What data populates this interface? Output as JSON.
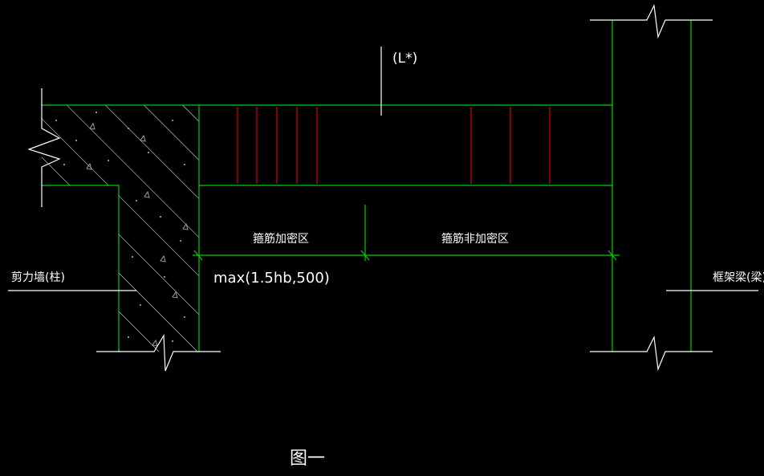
{
  "drawing": {
    "beam_label": "(L*)",
    "dense_zone_label": "箍筋加密区",
    "non_dense_zone_label": "箍筋非加密区",
    "dense_length_formula": "max(1.5hb,500)",
    "wall_label": "剪力墙(柱)",
    "frame_beam_label": "框架梁(梁)",
    "figure_caption": "图一"
  },
  "colors": {
    "background": "#000000",
    "structure_lines": "#00d000",
    "stirrups": "#e00000",
    "annotations": "#ffffff"
  }
}
